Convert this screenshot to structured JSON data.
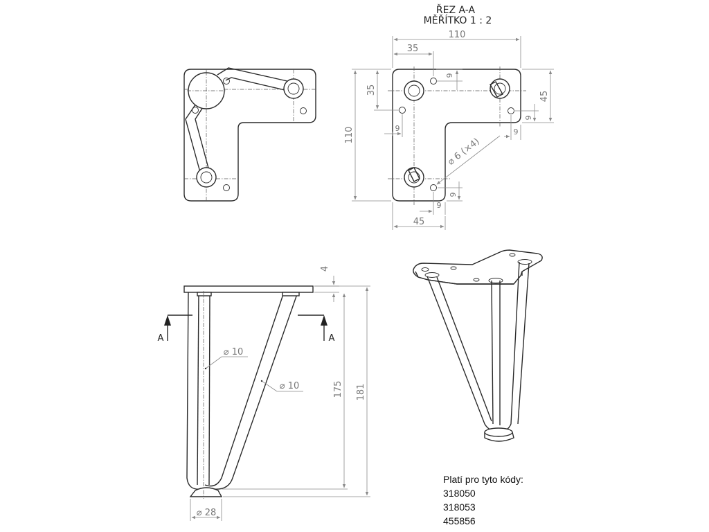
{
  "header": {
    "title": "ŘEZ A-A",
    "scale": "MĚŘÍTKO 1 : 2"
  },
  "dimensions": {
    "plate_width": "110",
    "plate_height": "110",
    "hole_offset_x": "35",
    "hole_offset_y": "35",
    "arm_width_right": "45",
    "arm_width_bottom": "45",
    "hole_edge_top": "9",
    "hole_edge_left": "9",
    "hole_edge_right_v": "9",
    "hole_edge_right_h": "9",
    "hole_edge_bottom_v": "9",
    "hole_edge_bottom_h": "9",
    "hole_diameter": "⌀ 6 (×4)",
    "plate_thickness": "4",
    "leg_height": "175",
    "total_height": "181",
    "rod_diameter_1": "⌀ 10",
    "rod_diameter_2": "⌀ 10",
    "foot_diameter": "⌀ 28"
  },
  "section_marks": {
    "left": "A",
    "right": "A"
  },
  "codes": {
    "heading": "Platí pro tyto kódy:",
    "items": [
      "318050",
      "318053",
      "455856"
    ]
  }
}
